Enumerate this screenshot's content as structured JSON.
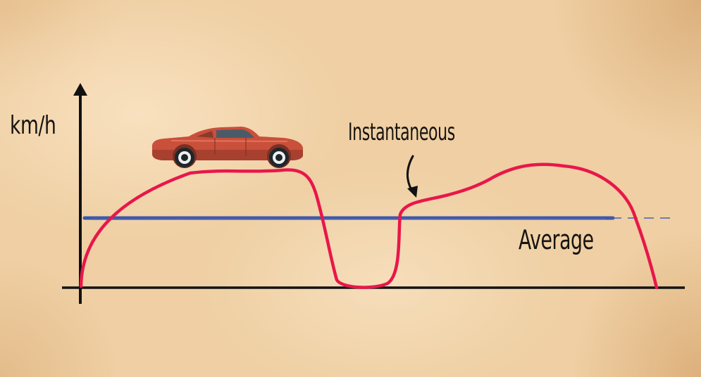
{
  "chart_data": {
    "type": "line",
    "title": "",
    "xlabel": "",
    "ylabel": "km/h",
    "grid": false,
    "legend": null,
    "x": [
      0,
      10,
      20,
      30,
      40,
      45,
      50,
      55,
      60,
      65,
      70,
      75,
      80,
      85,
      90,
      95,
      100
    ],
    "series": [
      {
        "name": "Instantaneous",
        "color": "#e8174a",
        "values": [
          0,
          70,
          90,
          96,
          95,
          92,
          40,
          2,
          0,
          2,
          68,
          76,
          88,
          96,
          95,
          60,
          0
        ]
      },
      {
        "name": "Average",
        "color": "#3f56a8",
        "values": [
          59,
          59,
          59,
          59,
          59,
          59,
          59,
          59,
          59,
          59,
          59,
          59,
          59,
          59,
          59,
          59,
          59
        ]
      }
    ],
    "annotations": [
      {
        "text": "Instantaneous",
        "points_to": "Instantaneous",
        "arrow": true
      },
      {
        "text": "Average",
        "points_to": "Average",
        "arrow": false
      }
    ],
    "illustration": "red-sports-car-on-curve-peak",
    "ylim": [
      0,
      100
    ],
    "xlim": [
      0,
      100
    ]
  },
  "labels": {
    "y_axis": "km/h",
    "instantaneous": "Instantaneous",
    "average": "Average"
  },
  "colors": {
    "background": "#efcfa3",
    "axis": "#111111",
    "instantaneous_curve": "#e8174a",
    "average_line": "#3f56a8",
    "car_body": "#c9503b"
  }
}
